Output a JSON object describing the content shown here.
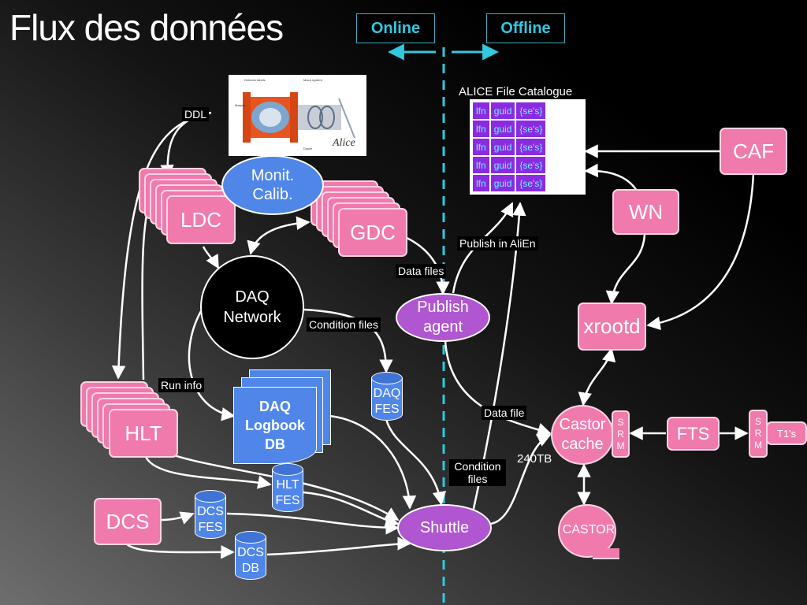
{
  "title": "Flux des données",
  "phases": {
    "online": "Online",
    "offline": "Offline"
  },
  "nodes": {
    "ldc": "LDC",
    "gdc": "GDC",
    "hlt": "HLT",
    "dcs": "DCS",
    "monit": "Monit.\nCalib.",
    "daq_network": "DAQ\nNetwork",
    "daq_logbook": "DAQ\nLogbook\nDB",
    "publish_agent": "Publish\nagent",
    "shuttle": "Shuttle",
    "castor_cache": "Castor\ncache",
    "castor": "CASTOR",
    "caf": "CAF",
    "wn": "WN",
    "xrootd": "xrootd",
    "fts": "FTS",
    "t1s": "T1's",
    "srm1": [
      "S",
      "R",
      "M"
    ],
    "srm2": [
      "S",
      "R",
      "M"
    ]
  },
  "databases": {
    "daq_fes": "DAQ\nFES",
    "hlt_fes": "HLT\nFES",
    "dcs_fes": "DCS\nFES",
    "dcs_db": "DCS\nDB"
  },
  "labels": {
    "ddl": "DDL",
    "data_files": "Data files",
    "publish_alien": "Publish in AliEn",
    "condition_files_1": "Condition files",
    "run_info": "Run info",
    "data_file": "Data file",
    "condition_files_2": "Condition\nfiles",
    "capacity": "240TB"
  },
  "catalogue": {
    "title": "ALICE File Catalogue",
    "rows": [
      [
        "lfn",
        "guid",
        "{se's}"
      ],
      [
        "lfn",
        "guid",
        "{se's}"
      ],
      [
        "lfn",
        "guid",
        "{se's}"
      ],
      [
        "lfn",
        "guid",
        "{se's}"
      ],
      [
        "lfn",
        "guid",
        "{se's}"
      ]
    ]
  },
  "detector_image": {
    "caption": "Alice"
  },
  "colors": {
    "node_fill": "#f07aac",
    "node_border": "#fbd4e5",
    "blue_fill": "#4f86e8",
    "purple_fill": "#b056d0",
    "catalog_cell": "#8a2be2",
    "catalog_text": "#6ef2ff",
    "online_offline_accent": "#32c8e0"
  }
}
